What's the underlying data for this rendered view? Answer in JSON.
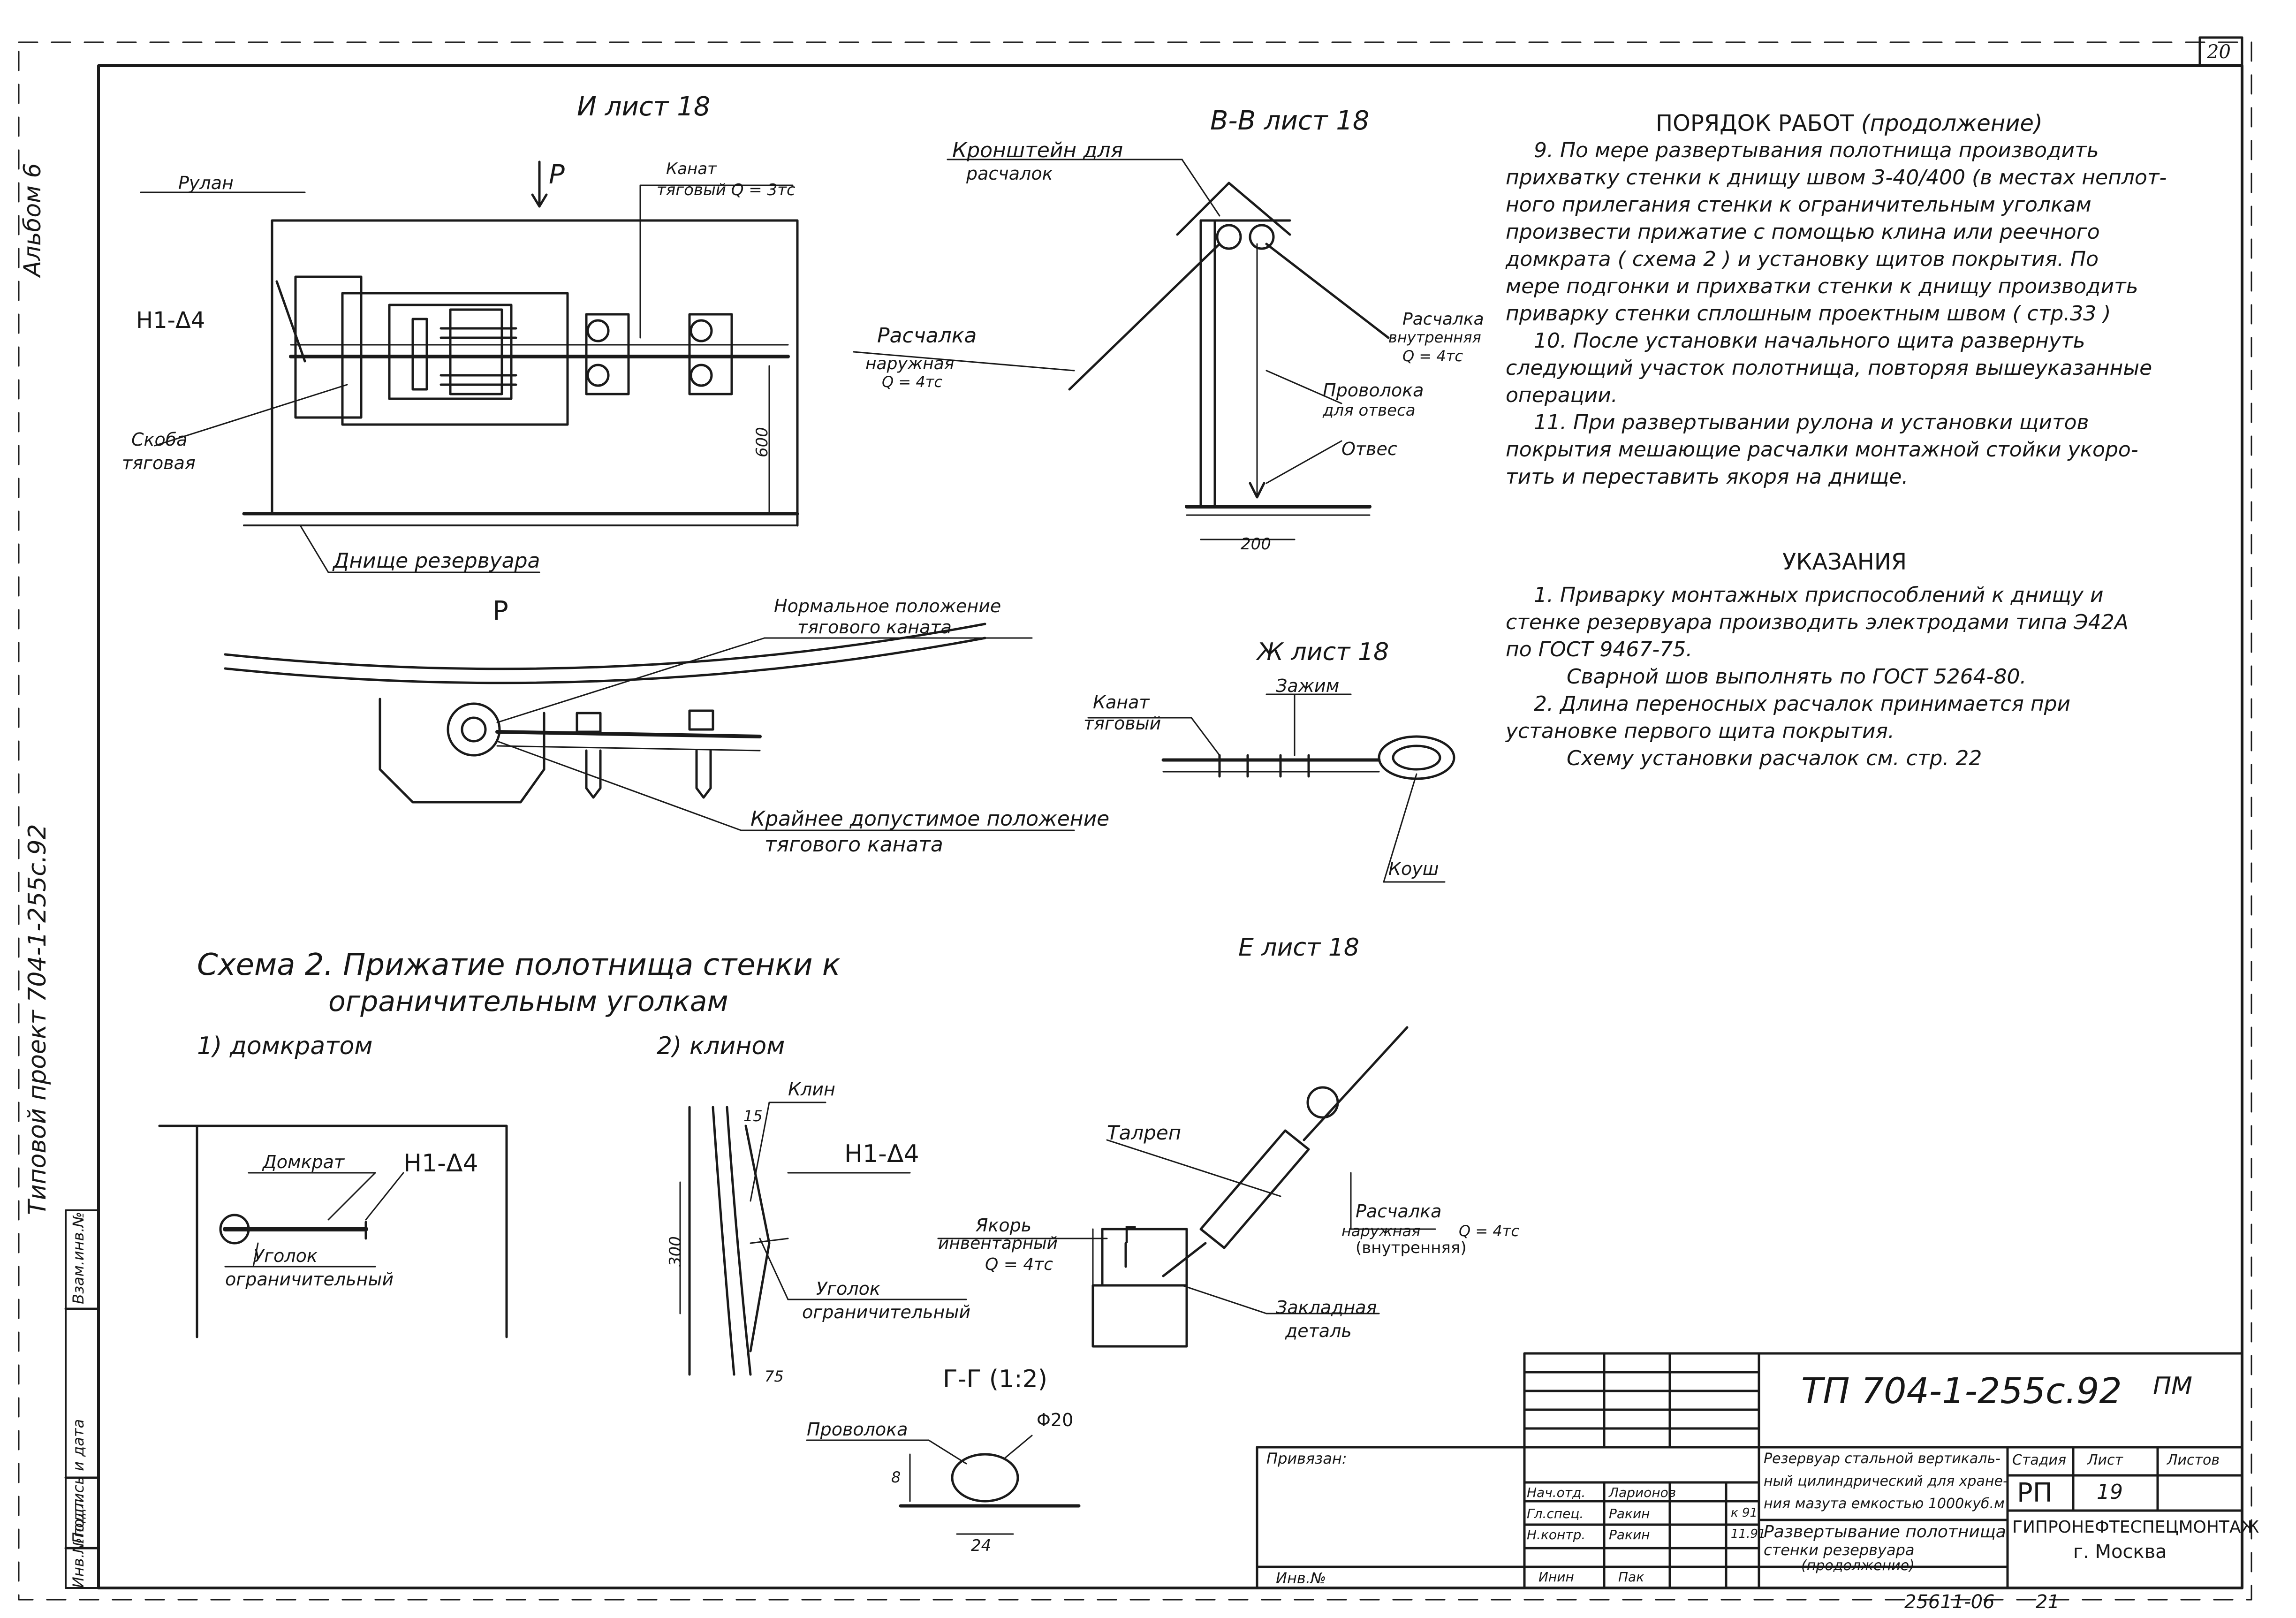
{
  "sheet_number": "20",
  "side_stamp": {
    "album": "Альбом 6",
    "project": "Типовой проект 704-1-255с.92",
    "columns": [
      "Инв.№подл.",
      "Подпись и дата",
      "Взам.инв.№"
    ]
  },
  "detail_I": {
    "title": "И лист 18",
    "labels": {
      "rupan": "Рулан",
      "kanat": "Канат",
      "kanat_q": "тяговый Q = 3тс",
      "arrow": "Р",
      "weld": "Н1-Δ4",
      "skoba": "Скоба",
      "skoba2": "тяговая",
      "dim": "600",
      "bottom": "Днище резервуара"
    }
  },
  "detail_R": {
    "title": "Р",
    "normal": "Нормальное положение",
    "normal2": "тягового каната",
    "extreme": "Крайнее допустимое положение",
    "extreme2": "тягового каната"
  },
  "detail_BB": {
    "title": "В-В лист 18",
    "bracket": "Кронштейн для",
    "bracket2": "расчалок",
    "outer": "Расчалка",
    "outer2": "наружная",
    "outer_q": "Q = 4тс",
    "inner": "Расчалка",
    "inner2": "внутренняя",
    "inner_q": "Q = 4тс",
    "wire": "Проволока",
    "wire2": "для отвеса",
    "plumb": "Отвес",
    "dim": "200"
  },
  "detail_Zh": {
    "title": "Ж лист 18",
    "kanat": "Канат",
    "kanat2": "тяговый",
    "clamp": "Зажим",
    "thimble": "Коуш"
  },
  "scheme2": {
    "title": "Схема 2. Прижатие полотнища стенки к",
    "title2": "ограничительным уголкам",
    "jack_caption": "1) домкратом",
    "wedge_caption": "2) клином",
    "jack": "Домкрат",
    "angle": "Уголок",
    "angle2": "ограничительный",
    "weld": "Н1-Δ4",
    "wedge": "Клин",
    "dim15": "15",
    "dim300": "300",
    "dim75": "75"
  },
  "detail_E": {
    "title": "Е лист 18",
    "talrep": "Талреп",
    "anchor": "Якорь",
    "anchor2": "инвентарный",
    "anchor_q": "Q = 4тс",
    "guy": "Расчалка",
    "guy2": "наружная",
    "guy_q": "Q = 4тс",
    "guy3": "(внутренняя)",
    "embed": "Закладная",
    "embed2": "деталь",
    "mark": "Г"
  },
  "detail_GG": {
    "title": "Г-Г (1:2)",
    "wire": "Проволока",
    "dia": "Φ20",
    "dim8": "8",
    "dim24": "24"
  },
  "work_order": {
    "heading": "ПОРЯДОК РАБОТ",
    "heading_note": "(продолжение)",
    "lines": [
      "9.  По мере развертывания полотнища производить",
      "прихватку стенки к днищу швом 3-40/400 (в местах неплот-",
      "ного прилегания стенки к ограничительным уголкам",
      "произвести прижатие с помощью клина или реечного",
      "домкрата ( схема 2 ) и установку щитов покрытия. По",
      "мере подгонки и прихватки стенки к днищу производить",
      "приварку стенки сплошным проектным швом ( стр.33 )",
      "10.  После установки начального щита развернуть",
      "следующий участок полотнища, повторяя вышеуказанные",
      "операции.",
      "11.  При развертывании рулона и установки щитов",
      "покрытия мешающие расчалки монтажной стойки укоро-",
      "тить и переставить якоря на днище."
    ]
  },
  "instructions": {
    "heading": "УКАЗАНИЯ",
    "lines": [
      "1.  Приварку монтажных приспособлений к днищу и",
      "стенке резервуара производить электродами типа Э42А",
      "по ГОСТ 9467-75.",
      "Сварной шов выполнять по ГОСТ 5264-80.",
      "2.  Длина переносных расчалок принимается   при",
      "установке первого щита покрытия.",
      "Схему установки расчалок см. стр. 22"
    ]
  },
  "title_block": {
    "code": "ТП 704-1-255с.92",
    "mark": "ПМ",
    "privyazan": "Привязан:",
    "description": [
      "Резервуар стальной вертикаль-",
      "ный цилиндрический для хране-",
      "ния мазута емкостью 1000куб.м"
    ],
    "sheet_name": [
      "Развертывание полотнища",
      "стенки резервуара",
      "(продолжение)"
    ],
    "stage_h": "Стадия",
    "sheet_h": "Лист",
    "sheets_h": "Листов",
    "stage": "РП",
    "sheet": "19",
    "org": "ГИПРОНЕФТЕСПЕЦМОНТАЖ",
    "city": "г. Москва",
    "roles": [
      "Нач.отд.",
      "Гл.спец.",
      "Н.контр."
    ],
    "names": [
      "Ларионов",
      "Ракин",
      "Ракин"
    ],
    "dates": [
      "",
      "к 91",
      "11.91"
    ],
    "inv_label": "Инв.№",
    "inv_cols": [
      "Инин",
      "Пак"
    ],
    "footer": "25611-06",
    "footer_page": "21"
  }
}
